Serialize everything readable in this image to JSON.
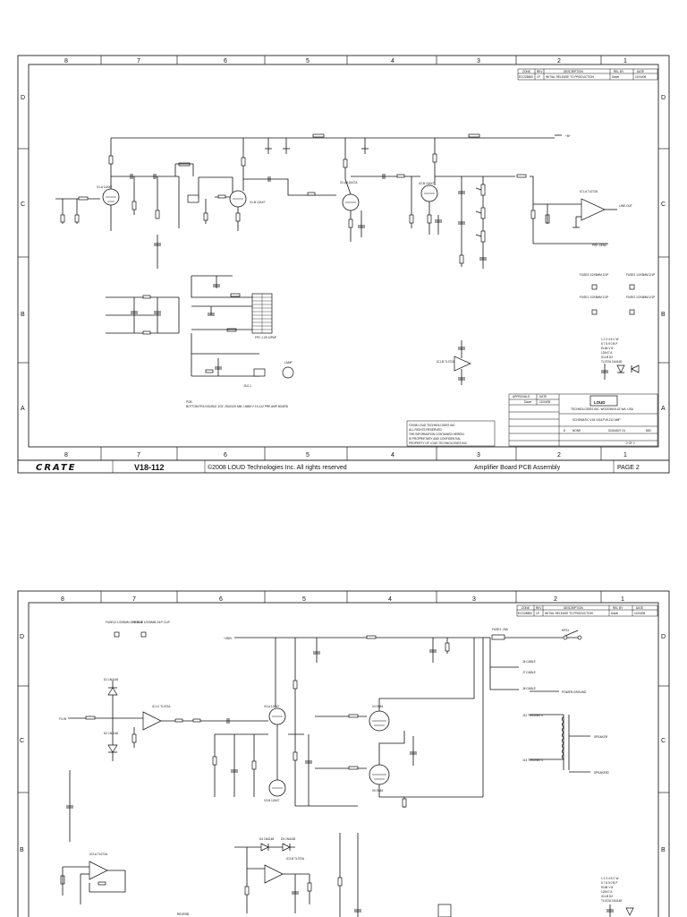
{
  "sheet1": {
    "zone_columns": [
      "8",
      "7",
      "6",
      "5",
      "4",
      "3",
      "2",
      "1"
    ],
    "zone_rows": [
      "D",
      "C",
      "B",
      "A"
    ],
    "revision_table": {
      "headers": [
        "ZONE",
        "REV",
        "DESCRIPTION",
        "REL BY",
        "DATE"
      ],
      "row": [
        "ECO28883",
        "1P",
        "INITIAL RELEASE TO PRODUCTION",
        "Dawe",
        "11/04/08"
      ]
    },
    "title_block": {
      "company": "LOUD",
      "company_sub": "TECHNOLOGIES INC. WOODINVILLE WA. USA",
      "schematic_title": "SCHEMATIC V18 1X18 P.W.212 AMP",
      "approvals_label": "APPROVALS",
      "date_label": "DATE",
      "drawn_label": "Dawe",
      "drawn_date": "11/04/08",
      "size": "D",
      "scale": "NONE",
      "doc_number": "S0244527-01",
      "rev": "80D",
      "sheet": "2 OF 2"
    },
    "copyright_block": [
      "©2008 LOUD TECHNOLOGIES INC.",
      "ALL RIGHTS RESERVED",
      "THE INFORMATION CONTAINED HEREIN",
      "IS PROPRIETARY AND CONFIDENTIAL",
      "PROPERTY OF LOUD TECHNOLOGIES INC."
    ],
    "pcb_note": [
      "PCB",
      "BOTTOM FR4 DOUBLE 1OZ .254X120 MM 1.6MM V 1X-112 PRE AMP BOARD"
    ],
    "labels": {
      "v1a": "V1-A 12AX7",
      "v1b": "V1-B 12AX7",
      "v2a": "V2-A 12AX7A",
      "v2b": "V2-B 12AX7",
      "ic1a": "IC1-A TL072A",
      "ic1b": "IC1-B TL072A",
      "fuse1": "FUSE1 1/2X5MM 2/1P",
      "fuse2": "FUSE2 1/2X5MM 2/1P",
      "fuse3": "FUSE3 1/2X5MM 2/1P",
      "lamp": "LAMP",
      "conn": "FPC 1.25 12PAP",
      "j3": "J3-0.1",
      "pre_out": "PRE-SEND",
      "line_out": "LINE-OUT",
      "b_plus": "+B+",
      "pin_legend": [
        "1 2 3 4 5   C W",
        "6 7 8 9 0   B P",
        "EL84         V 8",
        "12AX7        A",
        "IC4-B        D2",
        "TL072A   1N4148"
      ]
    },
    "footer": {
      "brand": "CRATE",
      "model": "V18-112",
      "copyright": "©2008 LOUD Technologies Inc. All rights reserved",
      "assembly": "Amplifier Board PCB Assembly",
      "page": "PAGE 2"
    }
  },
  "sheet2": {
    "zone_columns": [
      "8",
      "7",
      "6",
      "5",
      "4",
      "3",
      "2",
      "1"
    ],
    "zone_rows": [
      "D",
      "C",
      "B"
    ],
    "revision_table": {
      "headers": [
        "ZONE",
        "REV",
        "DESCRIPTION",
        "REL BY",
        "DATE"
      ],
      "row": [
        "ECO28883",
        "1P",
        "INITIAL RELEASE TO PRODUCTION",
        "Dawe",
        "11/04/08"
      ]
    },
    "labels": {
      "fuse12": "FUSE12 1/2X5MM 2/1P CLIP",
      "fuse11": "FUSE11 1/2X5MM 2/1P CLIP",
      "d1": "D1 1N4148",
      "d2": "D2 1N4148",
      "d3": "D3 1N4148",
      "d4": "D4 1N4148",
      "ic1c": "IC1-C TL072A",
      "ic2a": "IC2-A TL072A",
      "ic3b": "IC3-B TL072A",
      "v3a": "V3-A 12AX7",
      "v3b": "V3-B 12AX7",
      "v4": "V4 EL84",
      "v5": "V5 EL84",
      "fuse1": "FUSE1 .25A",
      "kps1": "KPS1",
      "j6": "J6 CABLE",
      "j7": "J7 CABLE",
      "j8": "J8 CABLE",
      "j12": "J12 TERM/B/T4",
      "j13": "J13 TERM/B/T4",
      "power_ground": "POWER-GROUND",
      "speaker1": "SPEAKER",
      "speaker2": "SPEAKER2",
      "fx_in": "FX-IN",
      "reverb": "REVERB",
      "plus250": "+250V",
      "pin_legend": [
        "1 2 3 4 5   C W",
        "6 7 8 9 0   B P",
        "EL84         V 8",
        "12AX7        A",
        "IC4-B        D2",
        "TL072A   1N4148"
      ]
    }
  }
}
